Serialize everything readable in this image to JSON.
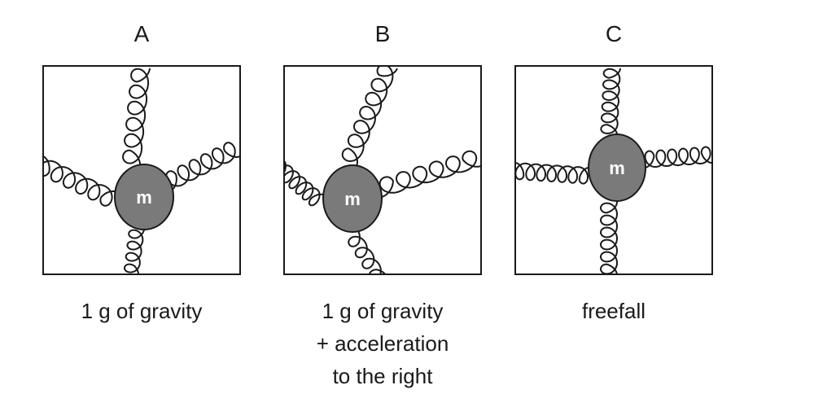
{
  "panels": [
    {
      "id": "A",
      "label": "A",
      "mass_label": "m",
      "caption": [
        "1 g of gravity"
      ]
    },
    {
      "id": "B",
      "label": "B",
      "mass_label": "m",
      "caption": [
        "1 g of gravity",
        "+ acceleration",
        "to the right"
      ]
    },
    {
      "id": "C",
      "label": "C",
      "mass_label": "m",
      "caption": [
        "freefall"
      ]
    }
  ],
  "colors": {
    "mass_fill": "#7a7a7a",
    "frame_stroke": "#1a1a1a",
    "spring_stroke": "#1a1a1a"
  }
}
